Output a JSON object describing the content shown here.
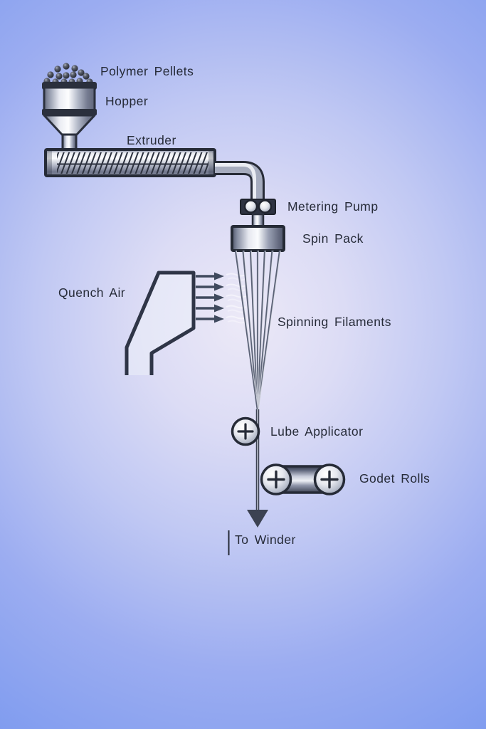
{
  "labels": {
    "polymer_pellets": "Polymer Pellets",
    "hopper": "Hopper",
    "extruder": "Extruder",
    "metering_pump": "Metering Pump",
    "spin_pack": "Spin Pack",
    "quench_air": "Quench Air",
    "spinning_filaments": "Spinning Filaments",
    "lube_applicator": "Lube Applicator",
    "godet_rolls": "Godet Rolls",
    "to_winder": "To Winder"
  },
  "colors": {
    "background_edge": "#7e9bef",
    "background_center": "#ece9f7",
    "outline": "#262b37",
    "label_text": "#262b38",
    "arrow": "#404a5e",
    "metal_highlight": "#fbfcfe",
    "metal_shadow": "#5f6579",
    "pellet_dark": "#23262f"
  }
}
